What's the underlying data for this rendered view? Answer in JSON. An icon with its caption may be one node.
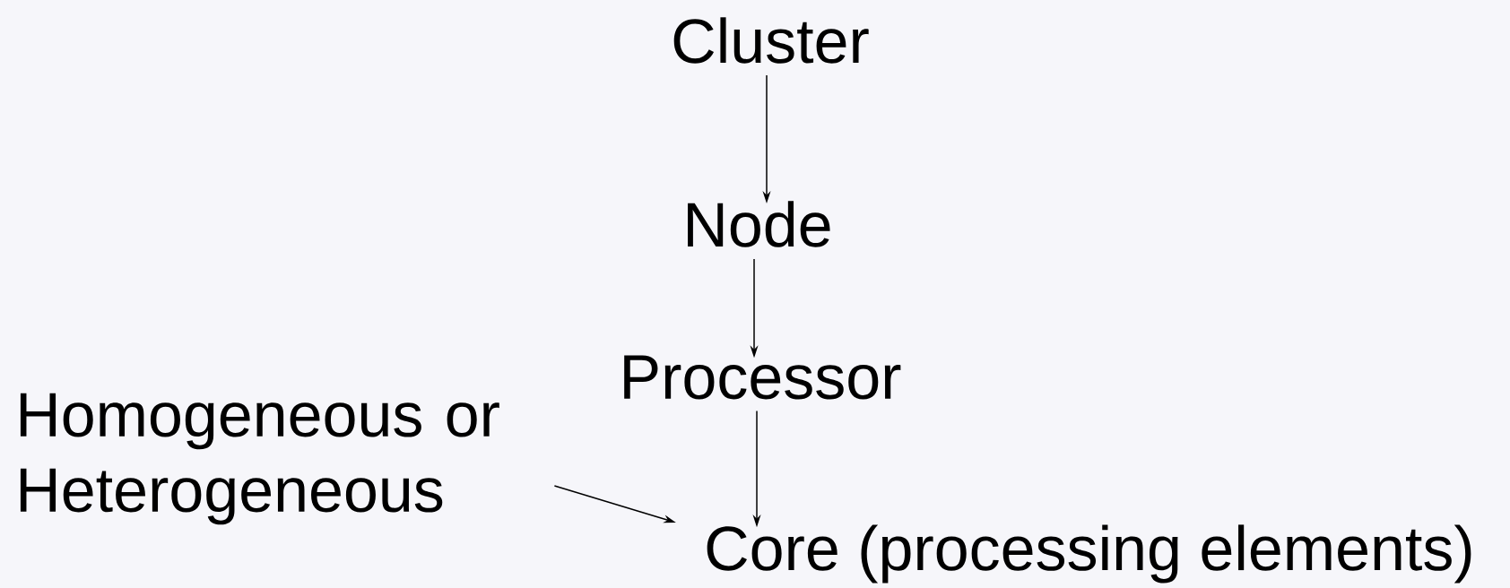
{
  "diagram": {
    "nodes": [
      {
        "text": [
          "Cluster"
        ]
      },
      {
        "text": [
          "Node"
        ]
      },
      {
        "text": [
          "Processor"
        ]
      },
      {
        "text": [
          "Core (processing elements)"
        ]
      },
      {
        "text": [
          "Homogeneous or Heterogeneous"
        ]
      }
    ],
    "edges": [
      {
        "from": 0,
        "to": 1,
        "arrow": "to"
      },
      {
        "from": 1,
        "to": 2,
        "arrow": "to"
      },
      {
        "from": 2,
        "to": 3,
        "arrow": "to"
      },
      {
        "from": 4,
        "to": 3,
        "arrow": "to"
      }
    ]
  }
}
